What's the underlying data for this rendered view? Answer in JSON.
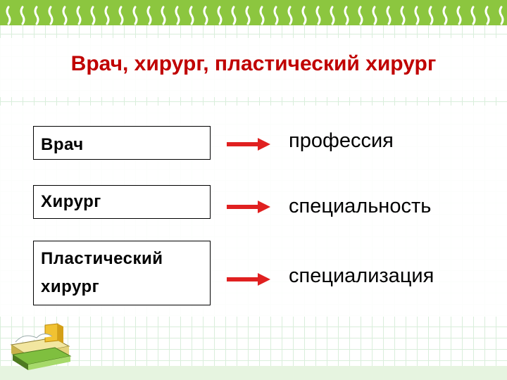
{
  "slide": {
    "title": "Врач, хирург, пластический хирург"
  },
  "rows": [
    {
      "term": "Врач",
      "category": "профессия"
    },
    {
      "term": "Хирург",
      "category": "специальность"
    },
    {
      "term": "Пластический хирург",
      "category": "специализация"
    }
  ],
  "colors": {
    "title": "#c00000",
    "arrow": "#e02020",
    "header_bar": "#8cc63f"
  },
  "icons": [
    "notebook-spiral-icon",
    "right-arrow-icon",
    "books-icon"
  ]
}
